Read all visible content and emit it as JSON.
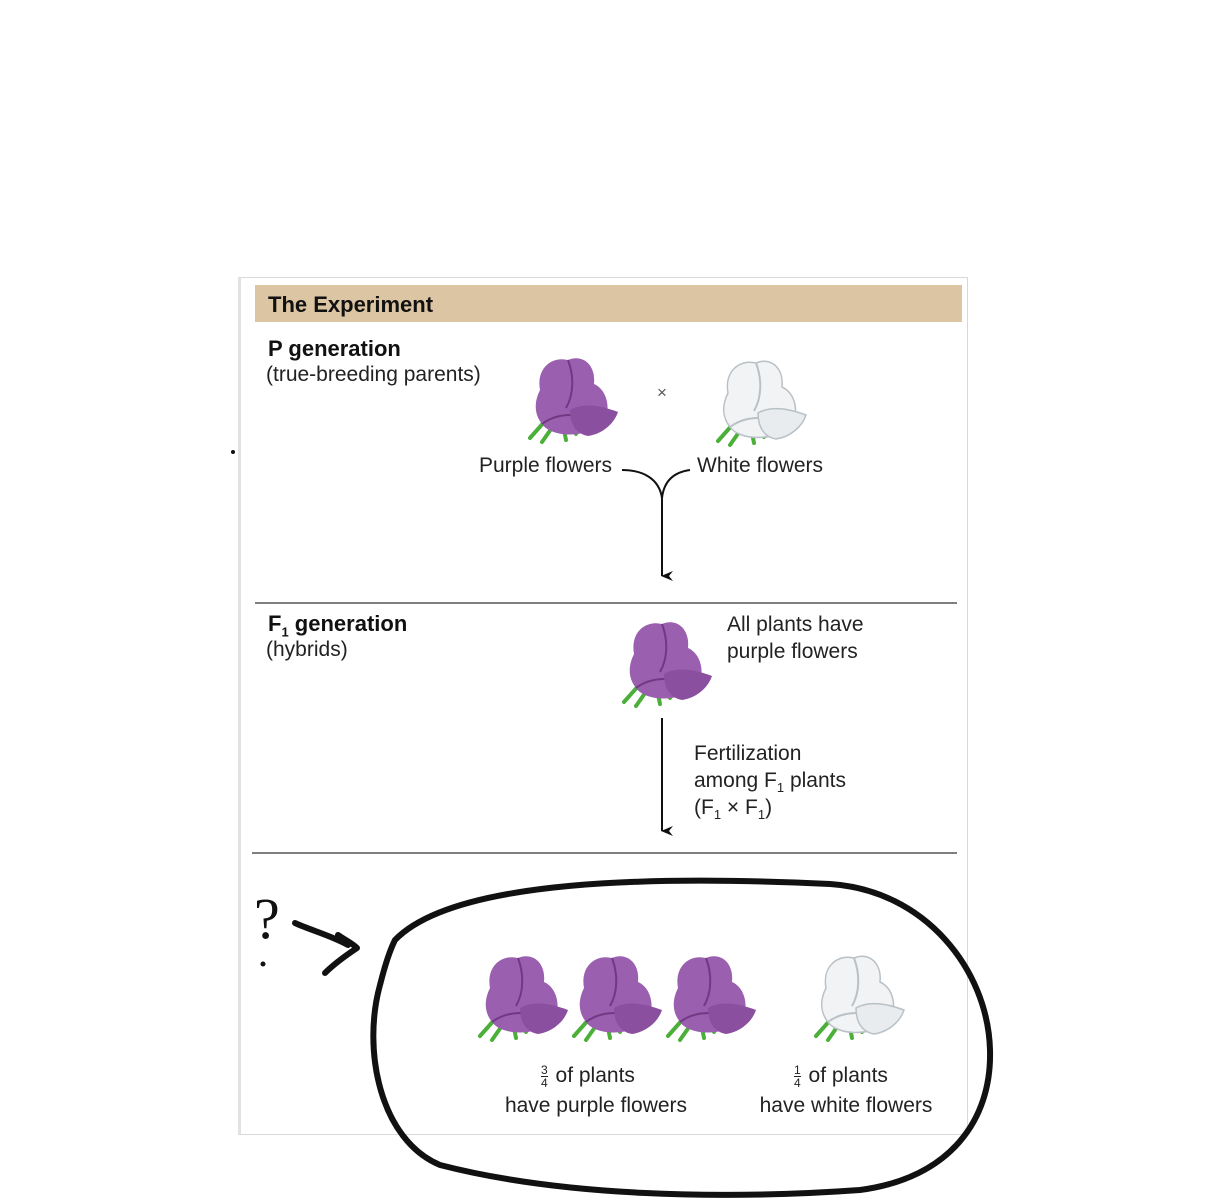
{
  "header": {
    "title": "The Experiment"
  },
  "p_gen": {
    "title": "P generation",
    "subtitle": "(true-breeding parents)",
    "cross_symbol": "×",
    "purple_label": "Purple flowers",
    "white_label": "White flowers"
  },
  "f1_gen": {
    "title_prefix": "F",
    "title_sub": "1",
    "title_suffix": " generation",
    "subtitle": "(hybrids)",
    "note_line1": "All plants have",
    "note_line2": "purple flowers",
    "fert_line1": "Fertilization",
    "fert_line2_prefix": "among F",
    "fert_line2_sub": "1",
    "fert_line2_suffix": " plants",
    "fert_line3_open": "(F",
    "fert_line3_sub1": "1",
    "fert_line3_mid": " × F",
    "fert_line3_sub2": "1",
    "fert_line3_close": ")"
  },
  "f2_gen": {
    "purple_frac_num": "3",
    "purple_frac_den": "4",
    "purple_line1": " of plants",
    "purple_line2": "have purple flowers",
    "white_frac_num": "1",
    "white_frac_den": "4",
    "white_line1": " of plants",
    "white_line2": "have white flowers"
  },
  "annotation": {
    "question_mark": "?"
  },
  "colors": {
    "header_bg": "#dcc5a2",
    "purple_petal": "#9a5fae",
    "purple_petal_dark": "#6f3a82",
    "white_petal": "#f1f3f4",
    "white_petal_dark": "#b9c1c6",
    "leaf": "#4caf3a",
    "ink": "#111111"
  }
}
